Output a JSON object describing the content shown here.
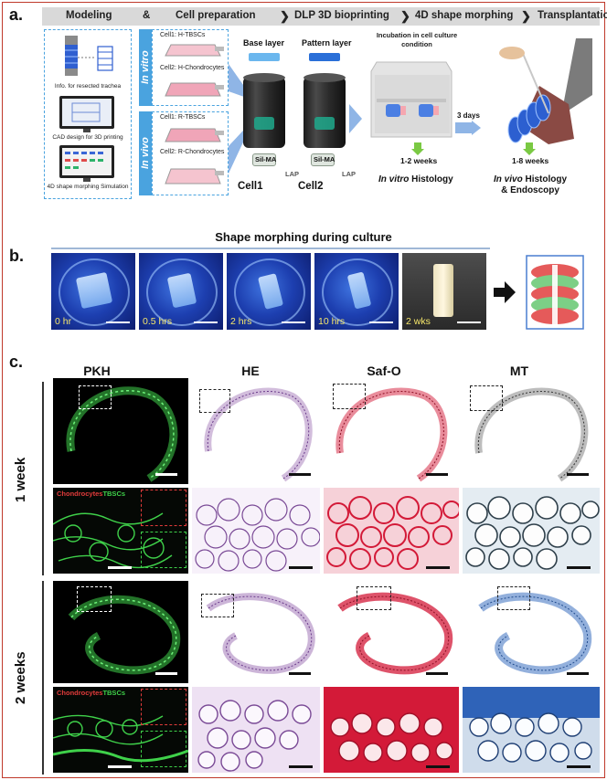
{
  "panels": {
    "a": {
      "label": "a.",
      "stages": [
        "Modeling",
        "&",
        "Cell preparation",
        "DLP 3D bioprinting",
        "4D shape morphing",
        "Transplantation"
      ],
      "modeling_captions": [
        "Info. for resected trachea",
        "CAD design for 3D printing",
        "4D shape morphing Simulation"
      ],
      "in_vitro_label": "In vitro",
      "in_vivo_label": "In vivo",
      "in_vitro_cells": [
        "Cell1: H-TBSCs",
        "Cell2: H-Chondrocytes"
      ],
      "in_vivo_cells": [
        "Cell1: R-TBSCs",
        "Cell2: R-Chondrocytes"
      ],
      "base_layer": "Base layer",
      "pattern_layer": "Pattern layer",
      "silma": "Sil-MA",
      "lap": "LAP",
      "cell1": "Cell1",
      "cell2": "Cell2",
      "incubation": "Incubation in cell culture condition",
      "days": "3 days",
      "weeks_vitro": "1-2 weeks",
      "weeks_vivo": "1-8 weeks",
      "histo_vitro_italic": "In vitro",
      "histo_vitro_rest": " Histology",
      "histo_vivo_italic": "In vivo",
      "histo_vivo_rest": " Histology",
      "histo_vivo_line2": "& Endoscopy"
    },
    "b": {
      "label": "b.",
      "title": "Shape morphing during culture",
      "timepoints": [
        "0 hr",
        "0.5 hrs",
        "2 hrs",
        "10 hrs",
        "2 wks"
      ]
    },
    "c": {
      "label": "c.",
      "columns": [
        "PKH",
        "HE",
        "Saf-O",
        "MT"
      ],
      "rows": [
        "1 week",
        "2 weeks"
      ],
      "inset_red": "Chondrocytes",
      "inset_green": "TBSCs"
    }
  },
  "colors": {
    "frame": "#c0392b",
    "stage_bar": "#d9d9d9",
    "dash": "#4aa3df",
    "invitro_bar": "#4aa3df",
    "pkh_green": "#3fd14a",
    "he_purple": "#8e5aa8",
    "safo_red": "#d31a38",
    "mt_blue": "#3a6fc0",
    "label_yellow": "#f5e66a"
  }
}
